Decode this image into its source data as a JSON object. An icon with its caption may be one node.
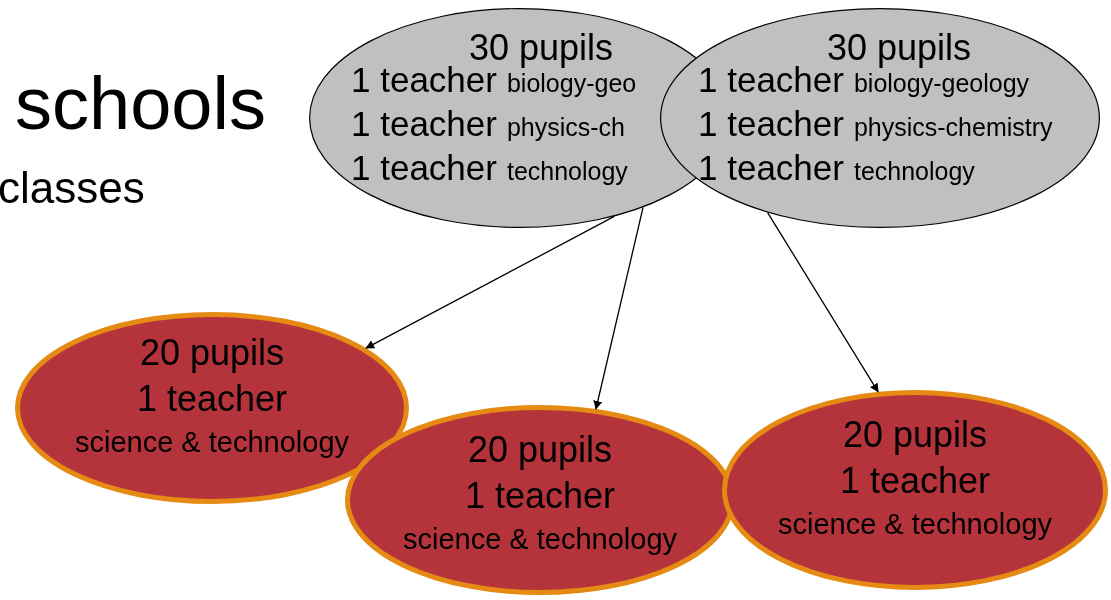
{
  "diagram": {
    "nodes": [
      {
        "text": [
          "30 pupils",
          "1 teacher",
          "biology-geo",
          "1 teacher",
          "physics-ch",
          "1 teacher",
          "technology"
        ]
      },
      {
        "text": [
          "30 pupils",
          "1 teacher",
          "biology-geology",
          "1 teacher",
          "physics-chemistry",
          "1 teacher",
          "technology"
        ]
      },
      {
        "text": [
          "20 pupils",
          "1 teacher",
          "science & technology"
        ]
      },
      {
        "text": [
          "20 pupils",
          "1 teacher",
          "science & technology"
        ]
      },
      {
        "text": [
          "20 pupils",
          "1 teacher",
          "science & technology"
        ]
      }
    ],
    "edges": [
      {
        "from": 0,
        "to": 2,
        "arrow": "to"
      },
      {
        "from": 0,
        "to": 3,
        "arrow": "to"
      },
      {
        "from": 1,
        "to": 4,
        "arrow": "to"
      }
    ],
    "labels": [
      "schools",
      "classes"
    ]
  }
}
